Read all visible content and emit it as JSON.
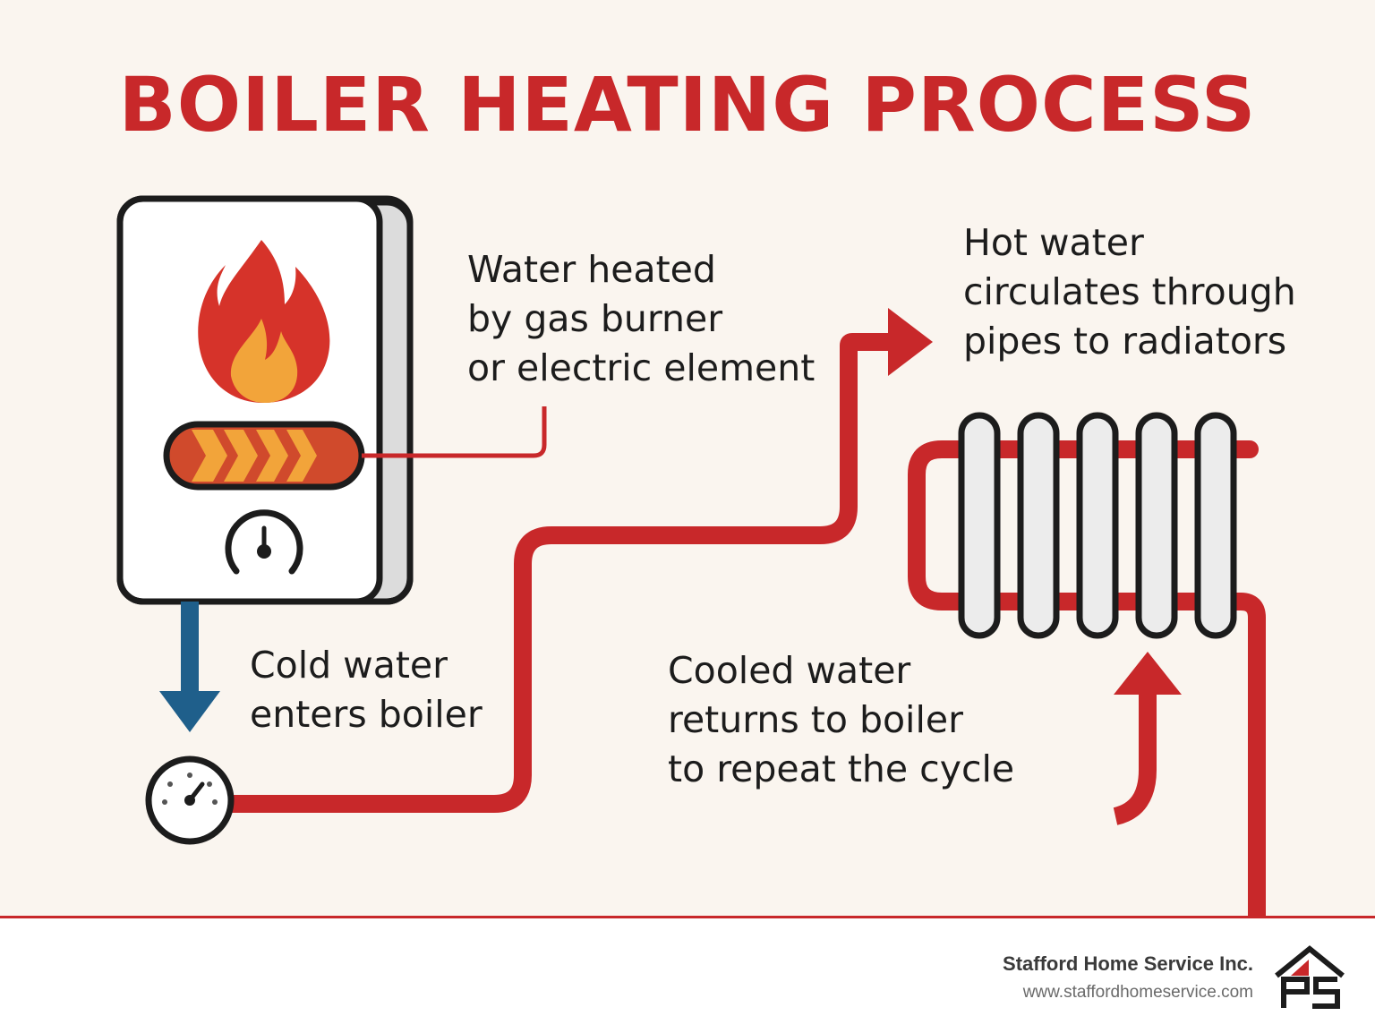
{
  "title": "BOILER HEATING PROCESS",
  "labels": {
    "heated": [
      "Water heated",
      "by gas burner",
      "or electric element"
    ],
    "hot": [
      "Hot water",
      "circulates through",
      "pipes to radiators"
    ],
    "cold": [
      "Cold water",
      "enters boiler"
    ],
    "cooled": [
      "Cooled water",
      "returns to boiler",
      "to repeat the cycle"
    ]
  },
  "footer": {
    "company": "Stafford Home Service Inc.",
    "website": "www.staffordhomeservice.com"
  },
  "icons": {
    "boiler": "boiler-icon",
    "flame": "flame-icon",
    "burner": "burner-icon",
    "gauge": "pressure-gauge-icon",
    "radiator": "radiator-icon",
    "logo": "company-logo-icon"
  },
  "colors": {
    "accent_red": "#c8282a",
    "cold_blue": "#1f5f8b",
    "flame_orange": "#f2a43a",
    "background": "#faf5ef"
  }
}
